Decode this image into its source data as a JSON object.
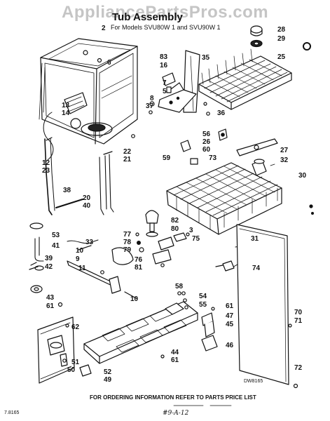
{
  "watermark": "AppliancePartsPros.com",
  "title": "Tub Assembly",
  "subtitle": "For Models SVU80W 1 and SVU90W 1",
  "footer": "FOR ORDERING INFORMATION REFER TO PARTS PRICE LIST",
  "drawing_code": "DW8165",
  "corner_code": "7.8165",
  "handwritten_note": "#9-A-12",
  "colors": {
    "ink": "#111111",
    "watermark": "#969696",
    "paper": "#ffffff"
  },
  "callouts": {
    "c2": "2",
    "c6": "6",
    "c83": "83",
    "c16": "16",
    "c35": "35",
    "c28": "28",
    "c29": "29",
    "c25": "25",
    "c7": "7",
    "c5": "5",
    "c8": "8",
    "c37": "37",
    "c13": "13",
    "c14": "14",
    "c36": "36",
    "c56": "56",
    "c26": "26",
    "c60": "60",
    "c22": "22",
    "c21": "21",
    "c12": "12",
    "c23": "23",
    "c27": "27",
    "c32": "32",
    "c59": "59",
    "c73": "73",
    "c30": "30",
    "c38": "38",
    "c20": "20",
    "c40": "40",
    "c82": "82",
    "c80": "80",
    "c77": "77",
    "c78": "78",
    "c79": "79",
    "c3": "3",
    "c75": "75",
    "c31": "31",
    "c53": "53",
    "c41": "41",
    "c33": "33",
    "c10a": "10",
    "c9": "9",
    "c39": "39",
    "c42": "42",
    "c76": "76",
    "c81": "81",
    "c74": "74",
    "c11": "11",
    "c10b": "10",
    "c43": "43",
    "c61a": "61",
    "c58": "58",
    "c54": "54",
    "c55": "55",
    "c61b": "61",
    "c47": "47",
    "c45": "45",
    "c70": "70",
    "c71": "71",
    "c62": "62",
    "c46": "46",
    "c44": "44",
    "c61c": "61",
    "c51": "51",
    "c50": "50",
    "c52": "52",
    "c49": "49",
    "c72": "72"
  }
}
